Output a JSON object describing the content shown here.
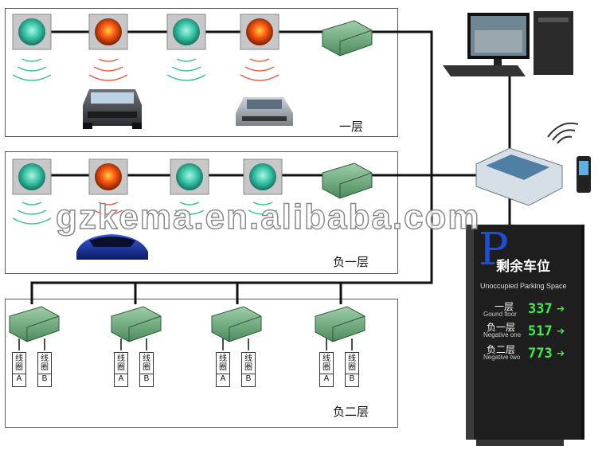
{
  "floors": {
    "first": "一层",
    "minus_one": "负一层",
    "minus_two": "负二层"
  },
  "coils": [
    {
      "zh": "线圈",
      "id": "A"
    },
    {
      "zh": "线圈",
      "id": "B"
    }
  ],
  "watermark": "gzkema.en.alibaba.com",
  "sign": {
    "p": "P",
    "title": "剩余车位",
    "subtitle": "Unoccupied Parking Space",
    "rows": [
      {
        "zh": "一层",
        "en": "Gound floor",
        "value": "337"
      },
      {
        "zh": "负一层",
        "en": "Negative one",
        "value": "517"
      },
      {
        "zh": "负二层",
        "en": "Negative two",
        "value": "773"
      }
    ]
  },
  "colors": {
    "green_led": "#3ef04a",
    "red_light": "#ff5a10",
    "green_light": "#2fc6a8",
    "wire": "#111111"
  },
  "icons": [
    "green-indicator-icon",
    "red-indicator-icon",
    "controller-box-icon",
    "car-icon",
    "monitor-icon",
    "central-controller-icon",
    "phone-icon",
    "signal-icon"
  ]
}
